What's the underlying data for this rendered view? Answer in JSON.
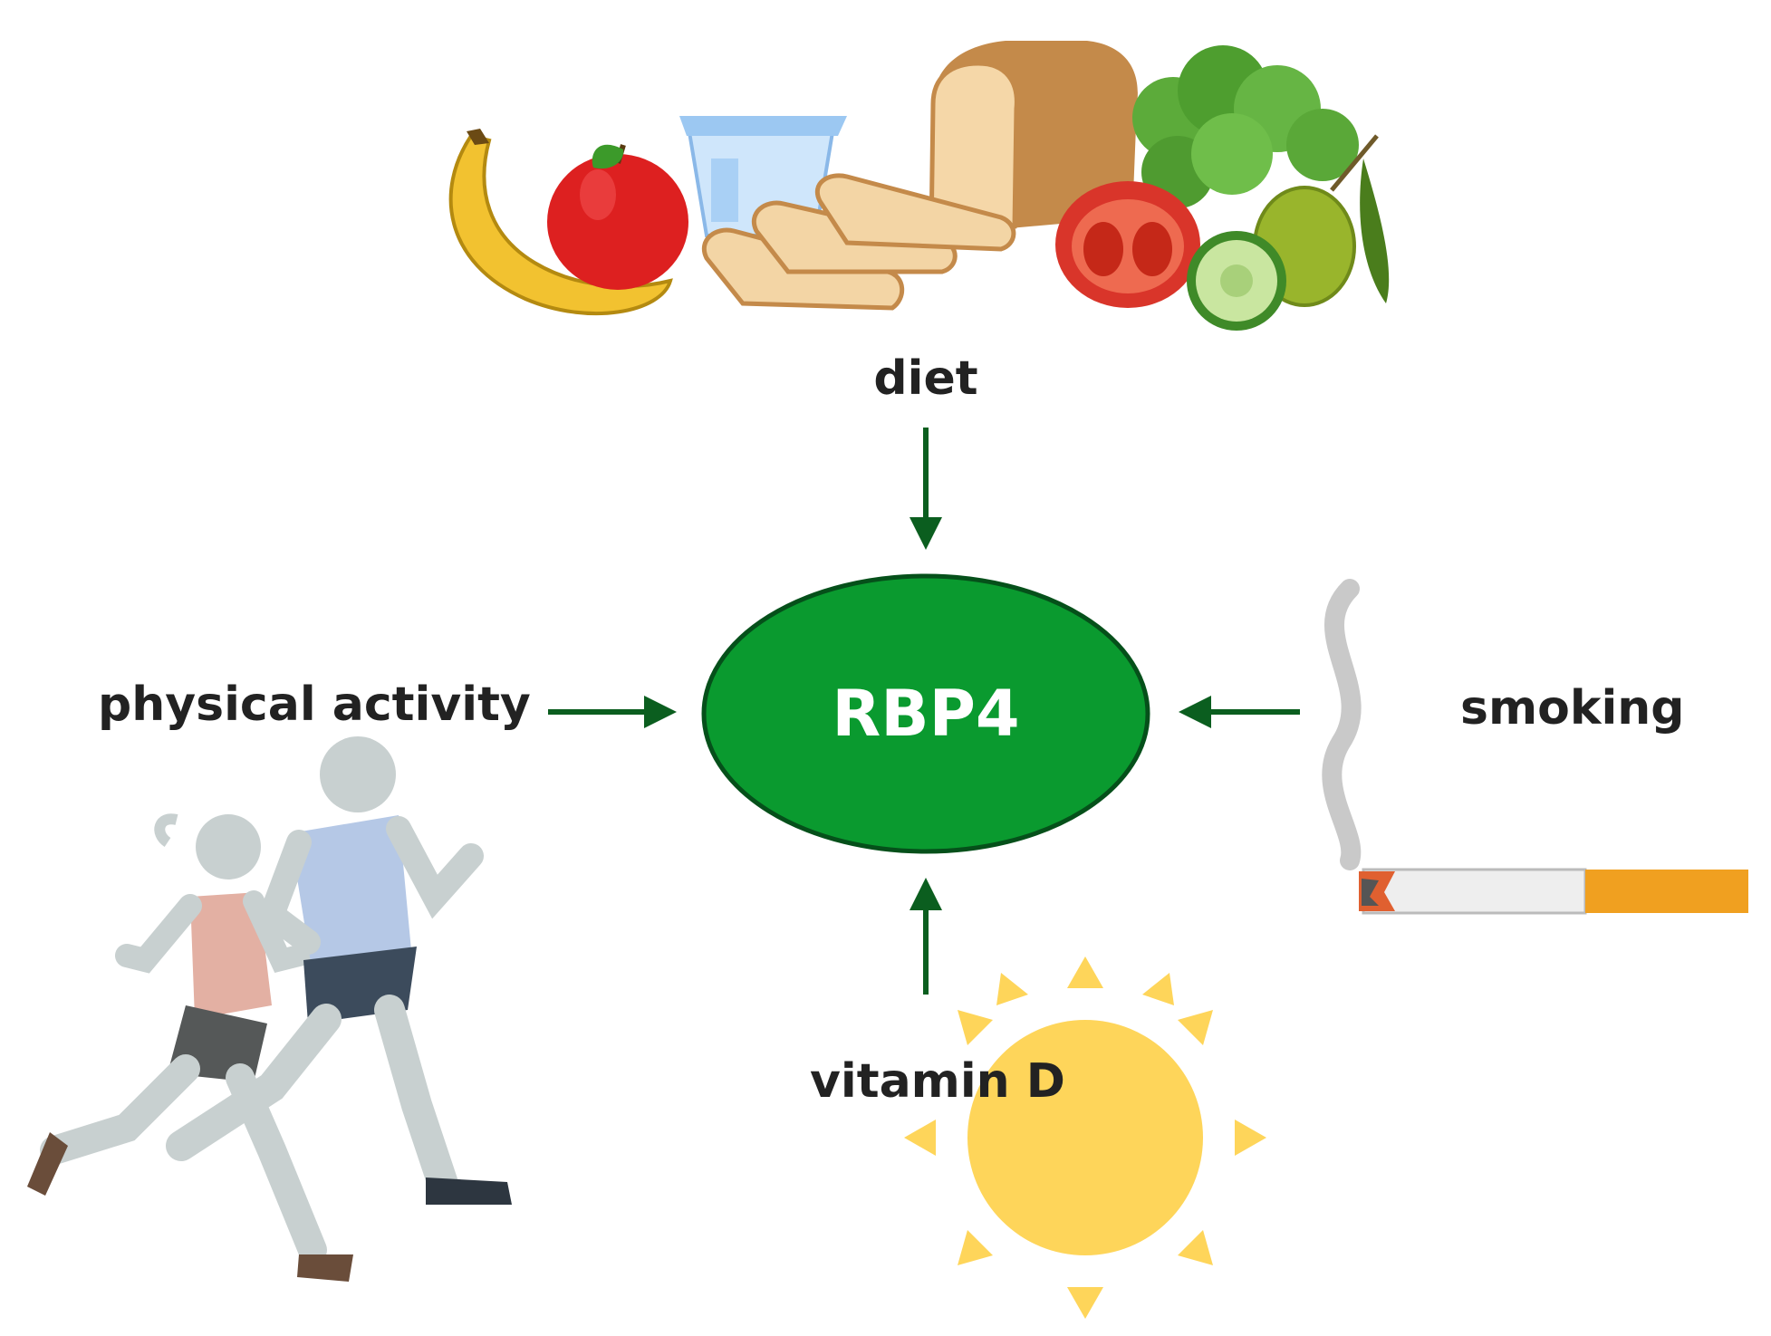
{
  "diagram": {
    "center_node": {
      "label": "RBP4"
    },
    "factors": {
      "diet": {
        "label": "diet",
        "illustration": "food-group-icon"
      },
      "physical_activity": {
        "label": "physical activity",
        "illustration": "runners-icon"
      },
      "smoking": {
        "label": "smoking",
        "illustration": "cigarette-icon"
      },
      "vitamin_d": {
        "label": "vitamin D",
        "illustration": "sun-icon"
      }
    }
  },
  "colors": {
    "node_fill": "#0a9a2f",
    "node_stroke": "#05501a",
    "arrow": "#0b5e1f",
    "sun": "#fed55a"
  }
}
